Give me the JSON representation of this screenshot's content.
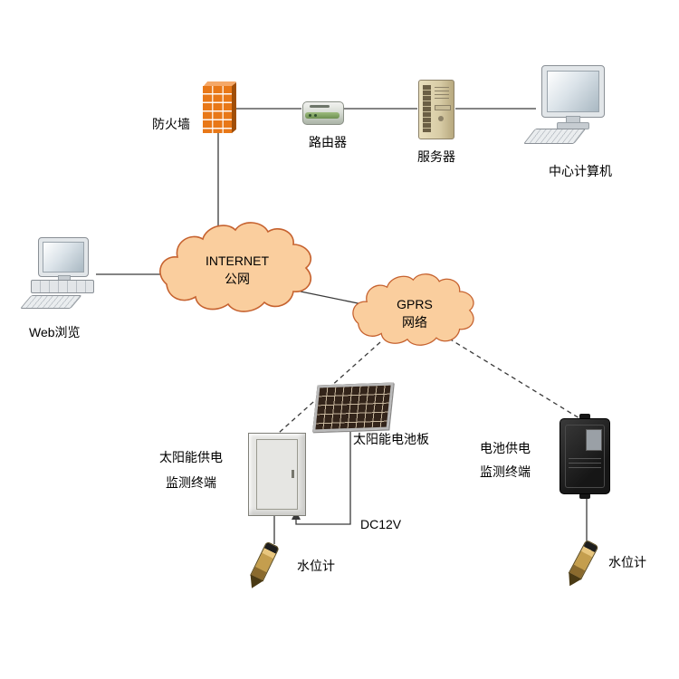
{
  "diagram": {
    "labels": {
      "firewall": "防火墙",
      "router": "路由器",
      "server": "服务器",
      "central_computer": "中心计算机",
      "web_browser": "Web浏览",
      "solar_panel": "太阳能电池板",
      "solar_terminal_line1": "太阳能供电",
      "solar_terminal_line2": "监测终端",
      "battery_terminal_line1": "电池供电",
      "battery_terminal_line2": "监测终端",
      "dc_power": "DC12V",
      "water_gauge_left": "水位计",
      "water_gauge_right": "水位计"
    },
    "clouds": {
      "internet": {
        "line1": "INTERNET",
        "line2": "公网"
      },
      "gprs": {
        "line1": "GPRS",
        "line2": "网络"
      }
    },
    "colors": {
      "cloud_fill": "#FACE9E",
      "cloud_stroke": "#C6622F",
      "firewall_brick": "#E87818",
      "connector": "#3A3A3A",
      "background": "#FFFFFF"
    }
  }
}
